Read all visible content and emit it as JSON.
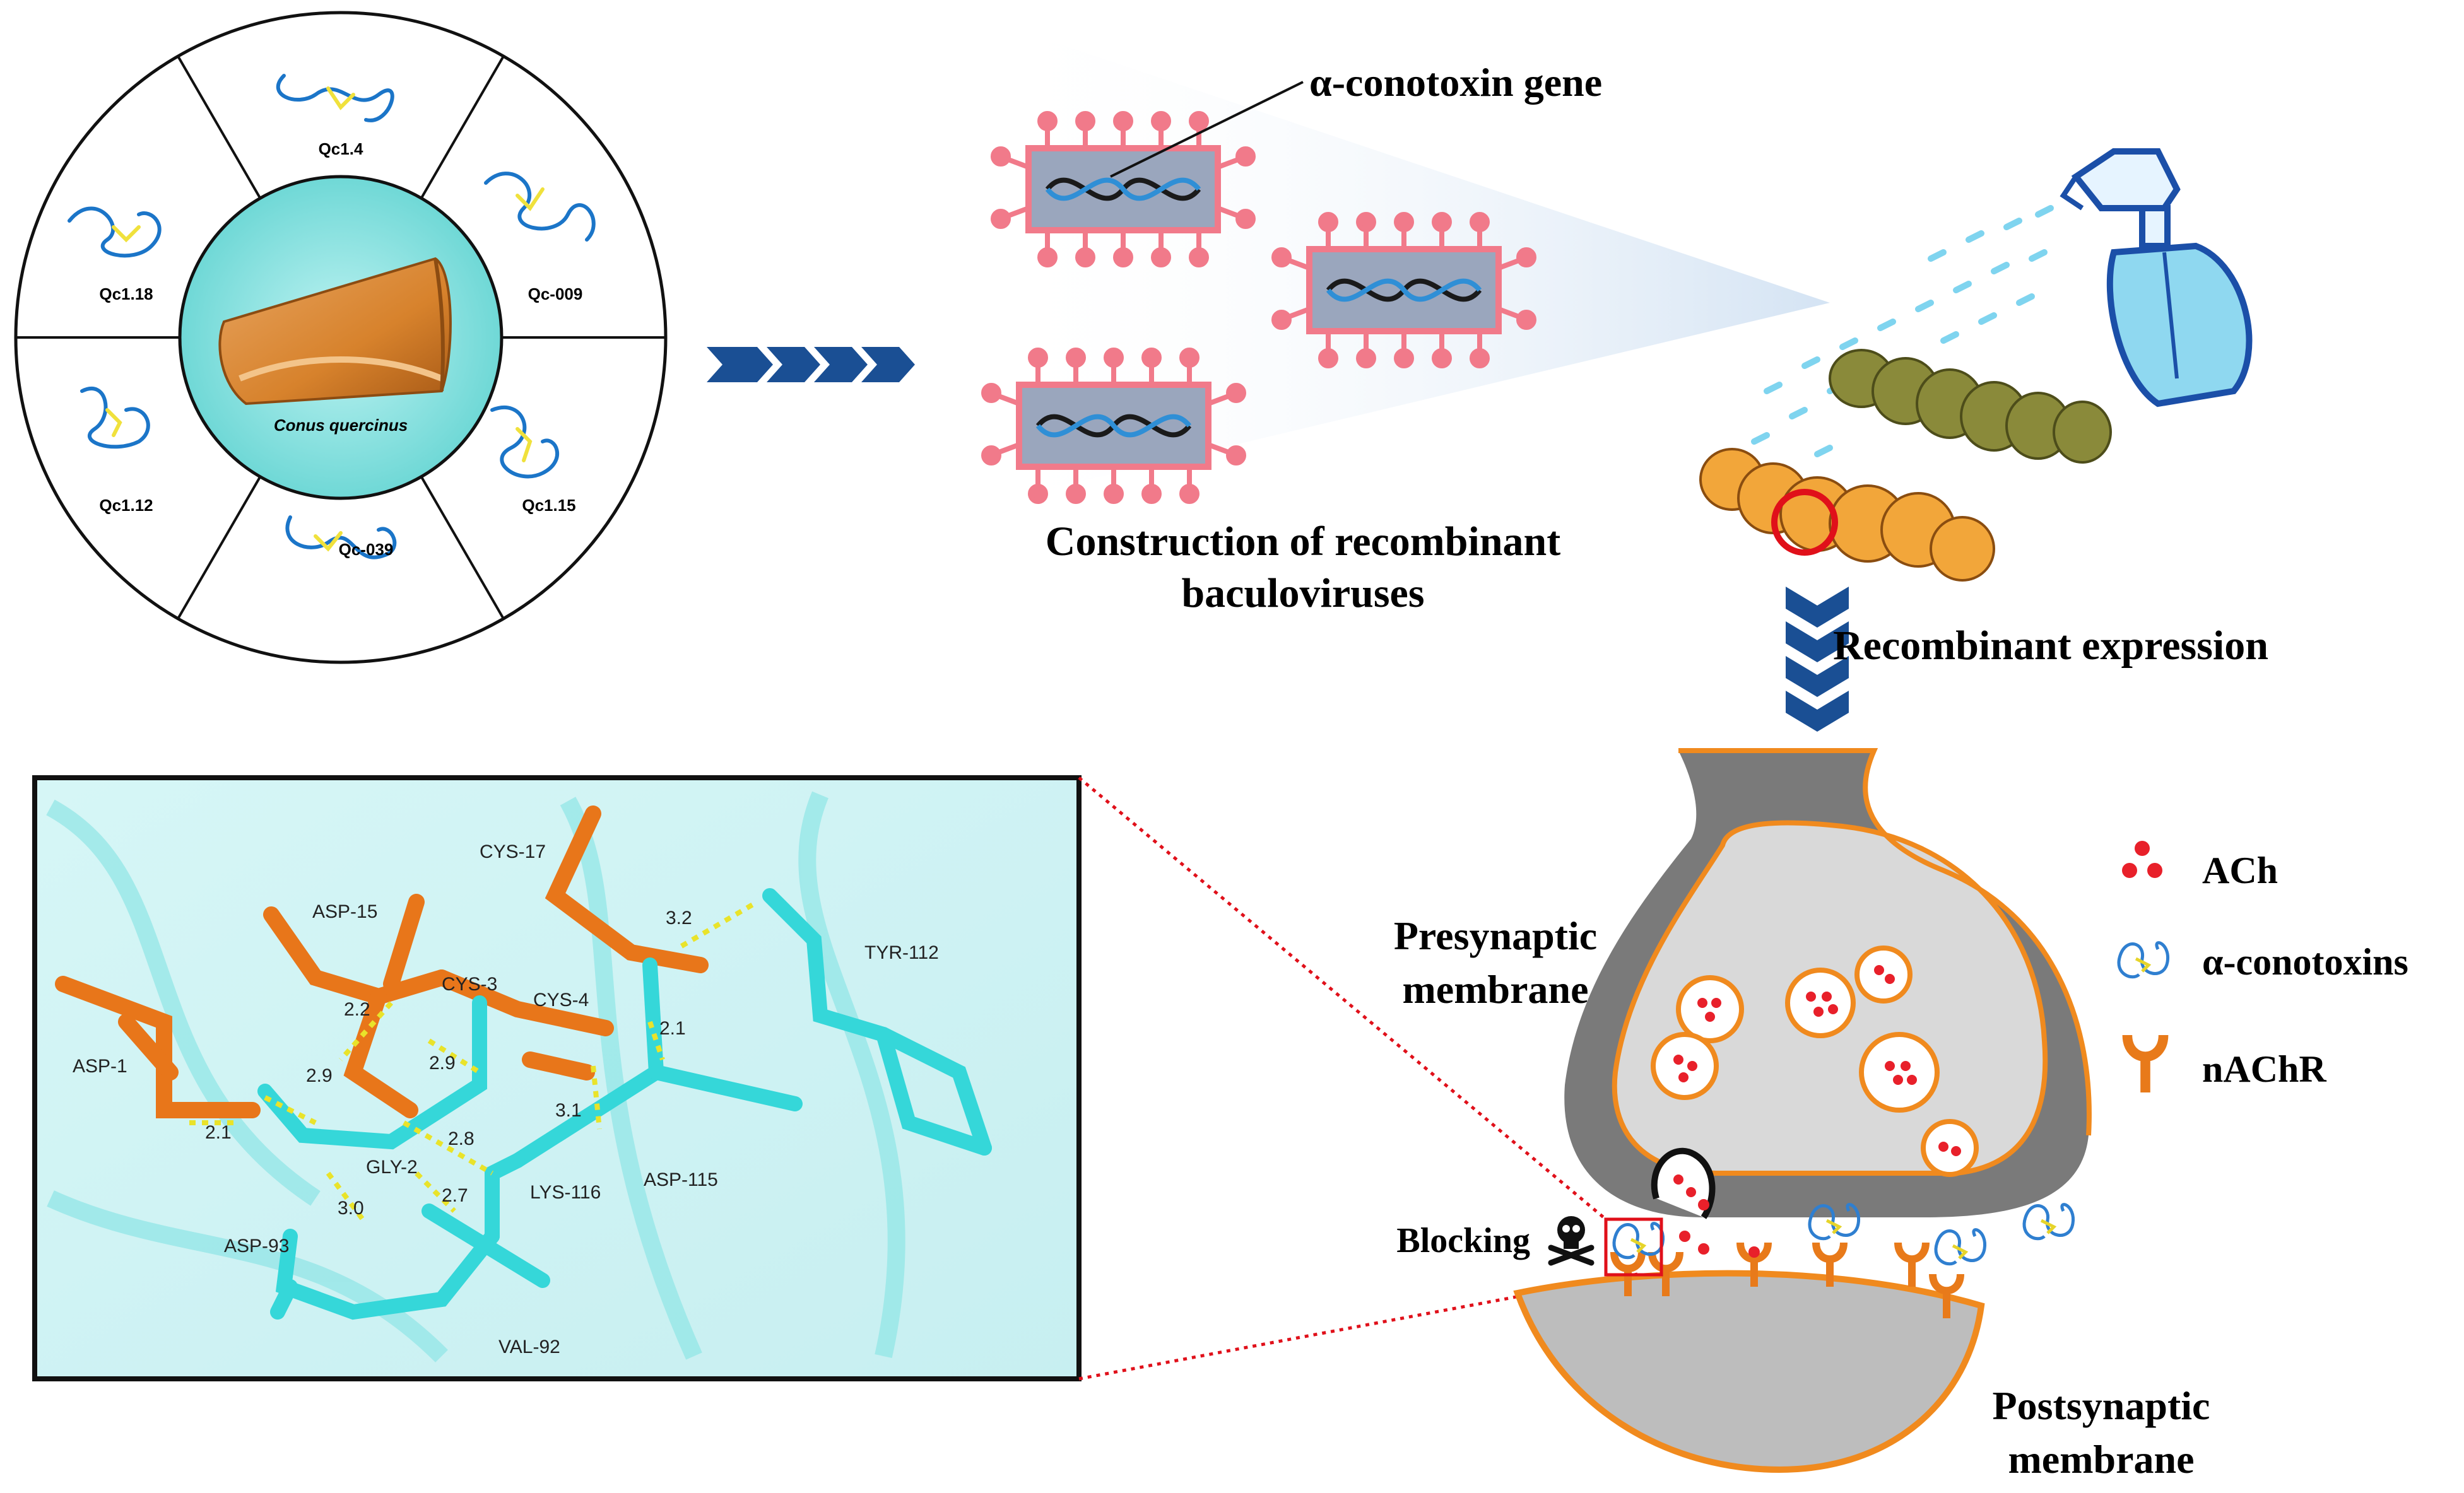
{
  "colors": {
    "cyan": "#3fe0e0",
    "orange": "#e8761a",
    "navy": "#1a4f94",
    "virus_pink": "#f17a8a",
    "ach_red": "#e8202a",
    "membrane_orange": "#f08a1e",
    "grey_dark": "#7a7a7a",
    "grey_light": "#d9d9d9"
  },
  "wheel": {
    "center_label": "Conus quercinus",
    "segments": [
      "Qc1.4",
      "Qc-009",
      "Qc1.15",
      "Qc-039",
      "Qc1.12",
      "Qc1.18"
    ]
  },
  "baculo": {
    "gene_label": "α-conotoxin gene",
    "caption_line1": "Construction of recombinant",
    "caption_line2": "baculoviruses"
  },
  "expression": {
    "label": "Recombinant expression"
  },
  "synapse": {
    "presynaptic_line1": "Presynaptic",
    "presynaptic_line2": "membrane",
    "postsynaptic_line1": "Postsynaptic",
    "postsynaptic_line2": "membrane",
    "blocking": "Blocking",
    "skull_icon": "skull-crossbones-icon"
  },
  "legend": {
    "items": [
      {
        "label": "ACh",
        "icon": "ach-dots-icon"
      },
      {
        "label": "α-conotoxins",
        "icon": "conotoxin-icon"
      },
      {
        "label": "nAChR",
        "icon": "receptor-icon"
      }
    ]
  },
  "docking": {
    "residues": [
      "CYS-17",
      "ASP-15",
      "TYR-112",
      "CYS-3",
      "CYS-4",
      "ASP-1",
      "GLY-2",
      "LYS-116",
      "ASP-115",
      "ASP-93",
      "VAL-92"
    ],
    "distances": [
      "3.2",
      "2.2",
      "2.1",
      "2.9",
      "2.9",
      "3.1",
      "2.1",
      "2.8",
      "2.7",
      "3.0"
    ]
  }
}
